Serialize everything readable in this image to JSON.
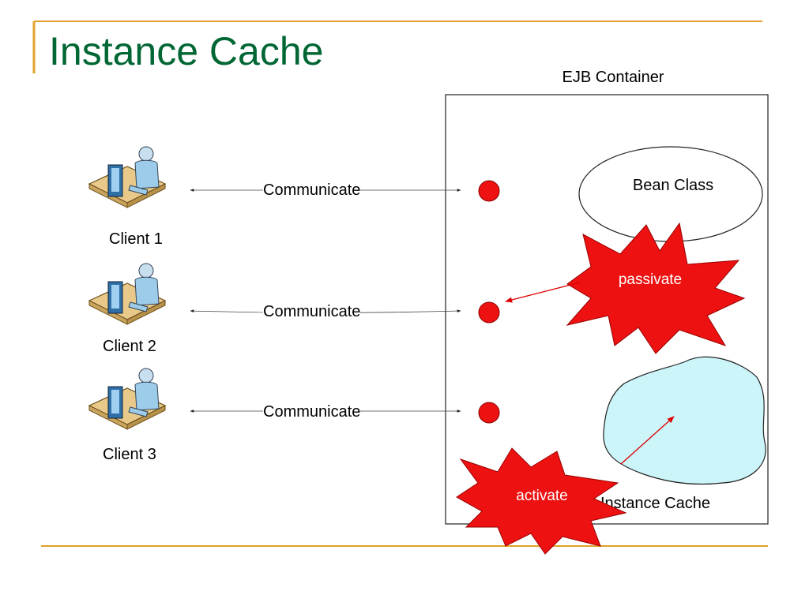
{
  "title": "Instance Cache",
  "container": {
    "label": "EJB Container"
  },
  "bean_class": {
    "label": "Bean Class"
  },
  "instance_cache": {
    "label": "Instance Cache"
  },
  "passivate": {
    "label": "passivate"
  },
  "activate": {
    "label": "activate"
  },
  "clients": [
    {
      "label": "Client 1",
      "edge_label": "Communicate"
    },
    {
      "label": "Client 2",
      "edge_label": "Communicate"
    },
    {
      "label": "Client 3",
      "edge_label": "Communicate"
    }
  ],
  "colors": {
    "title": "#006633",
    "accent_line": "#E0A22A",
    "instance_dot": "#EE1111",
    "burst": "#EE1111",
    "cache_fill": "#CCF5FA",
    "arrow_red": "#DD0000"
  }
}
